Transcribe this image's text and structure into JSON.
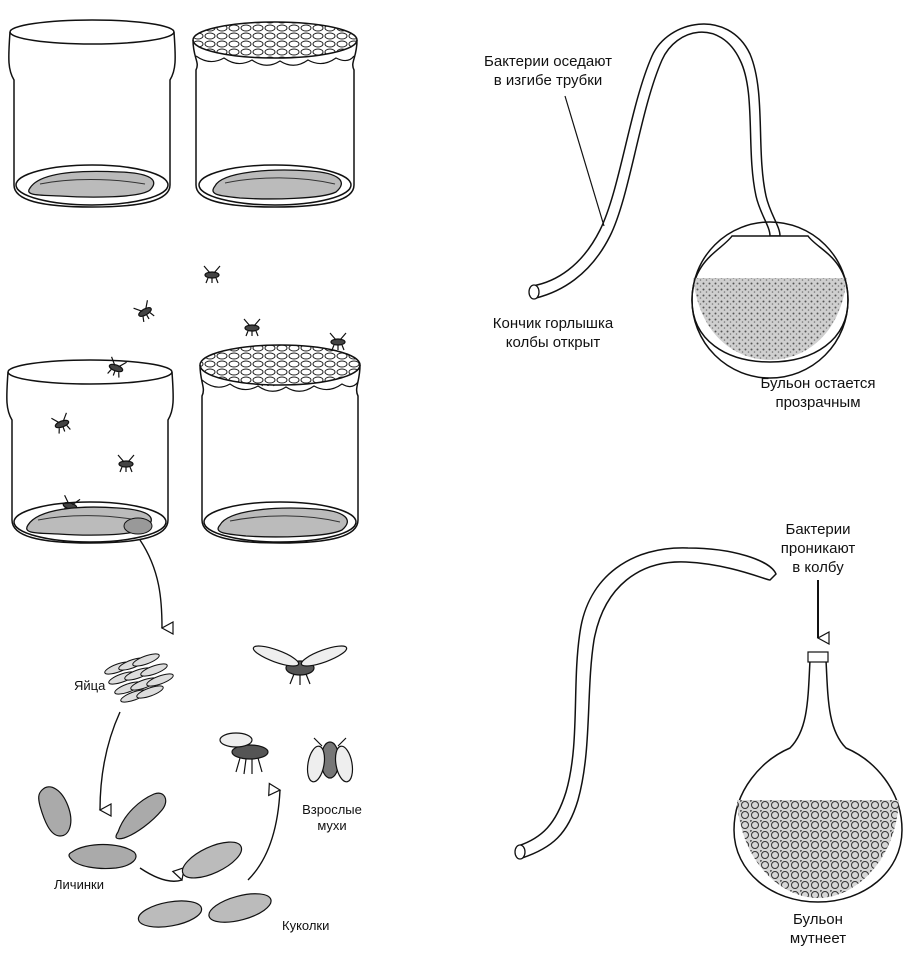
{
  "pasteur": {
    "top": {
      "caption_settle": [
        "Бактерии оседают",
        "в изгибе трубки"
      ],
      "caption_open": [
        "Кончик горлышка",
        "колбы открыт"
      ],
      "caption_result": [
        "Бульон остается",
        "прозрачным"
      ]
    },
    "bottom": {
      "caption_enter": [
        "Бактерии",
        "проникают",
        "в колбу"
      ],
      "caption_result": [
        "Бульон",
        "мутнеет"
      ]
    }
  },
  "redi": {
    "eggs_label": "Яйца",
    "larvae_label": "Личинки",
    "pupae_label": "Куколки",
    "adults_label": [
      "Взрослые",
      "мухи"
    ]
  },
  "colors": {
    "ink": "#111111",
    "broth": "#9a9a9a",
    "background": "#ffffff"
  }
}
